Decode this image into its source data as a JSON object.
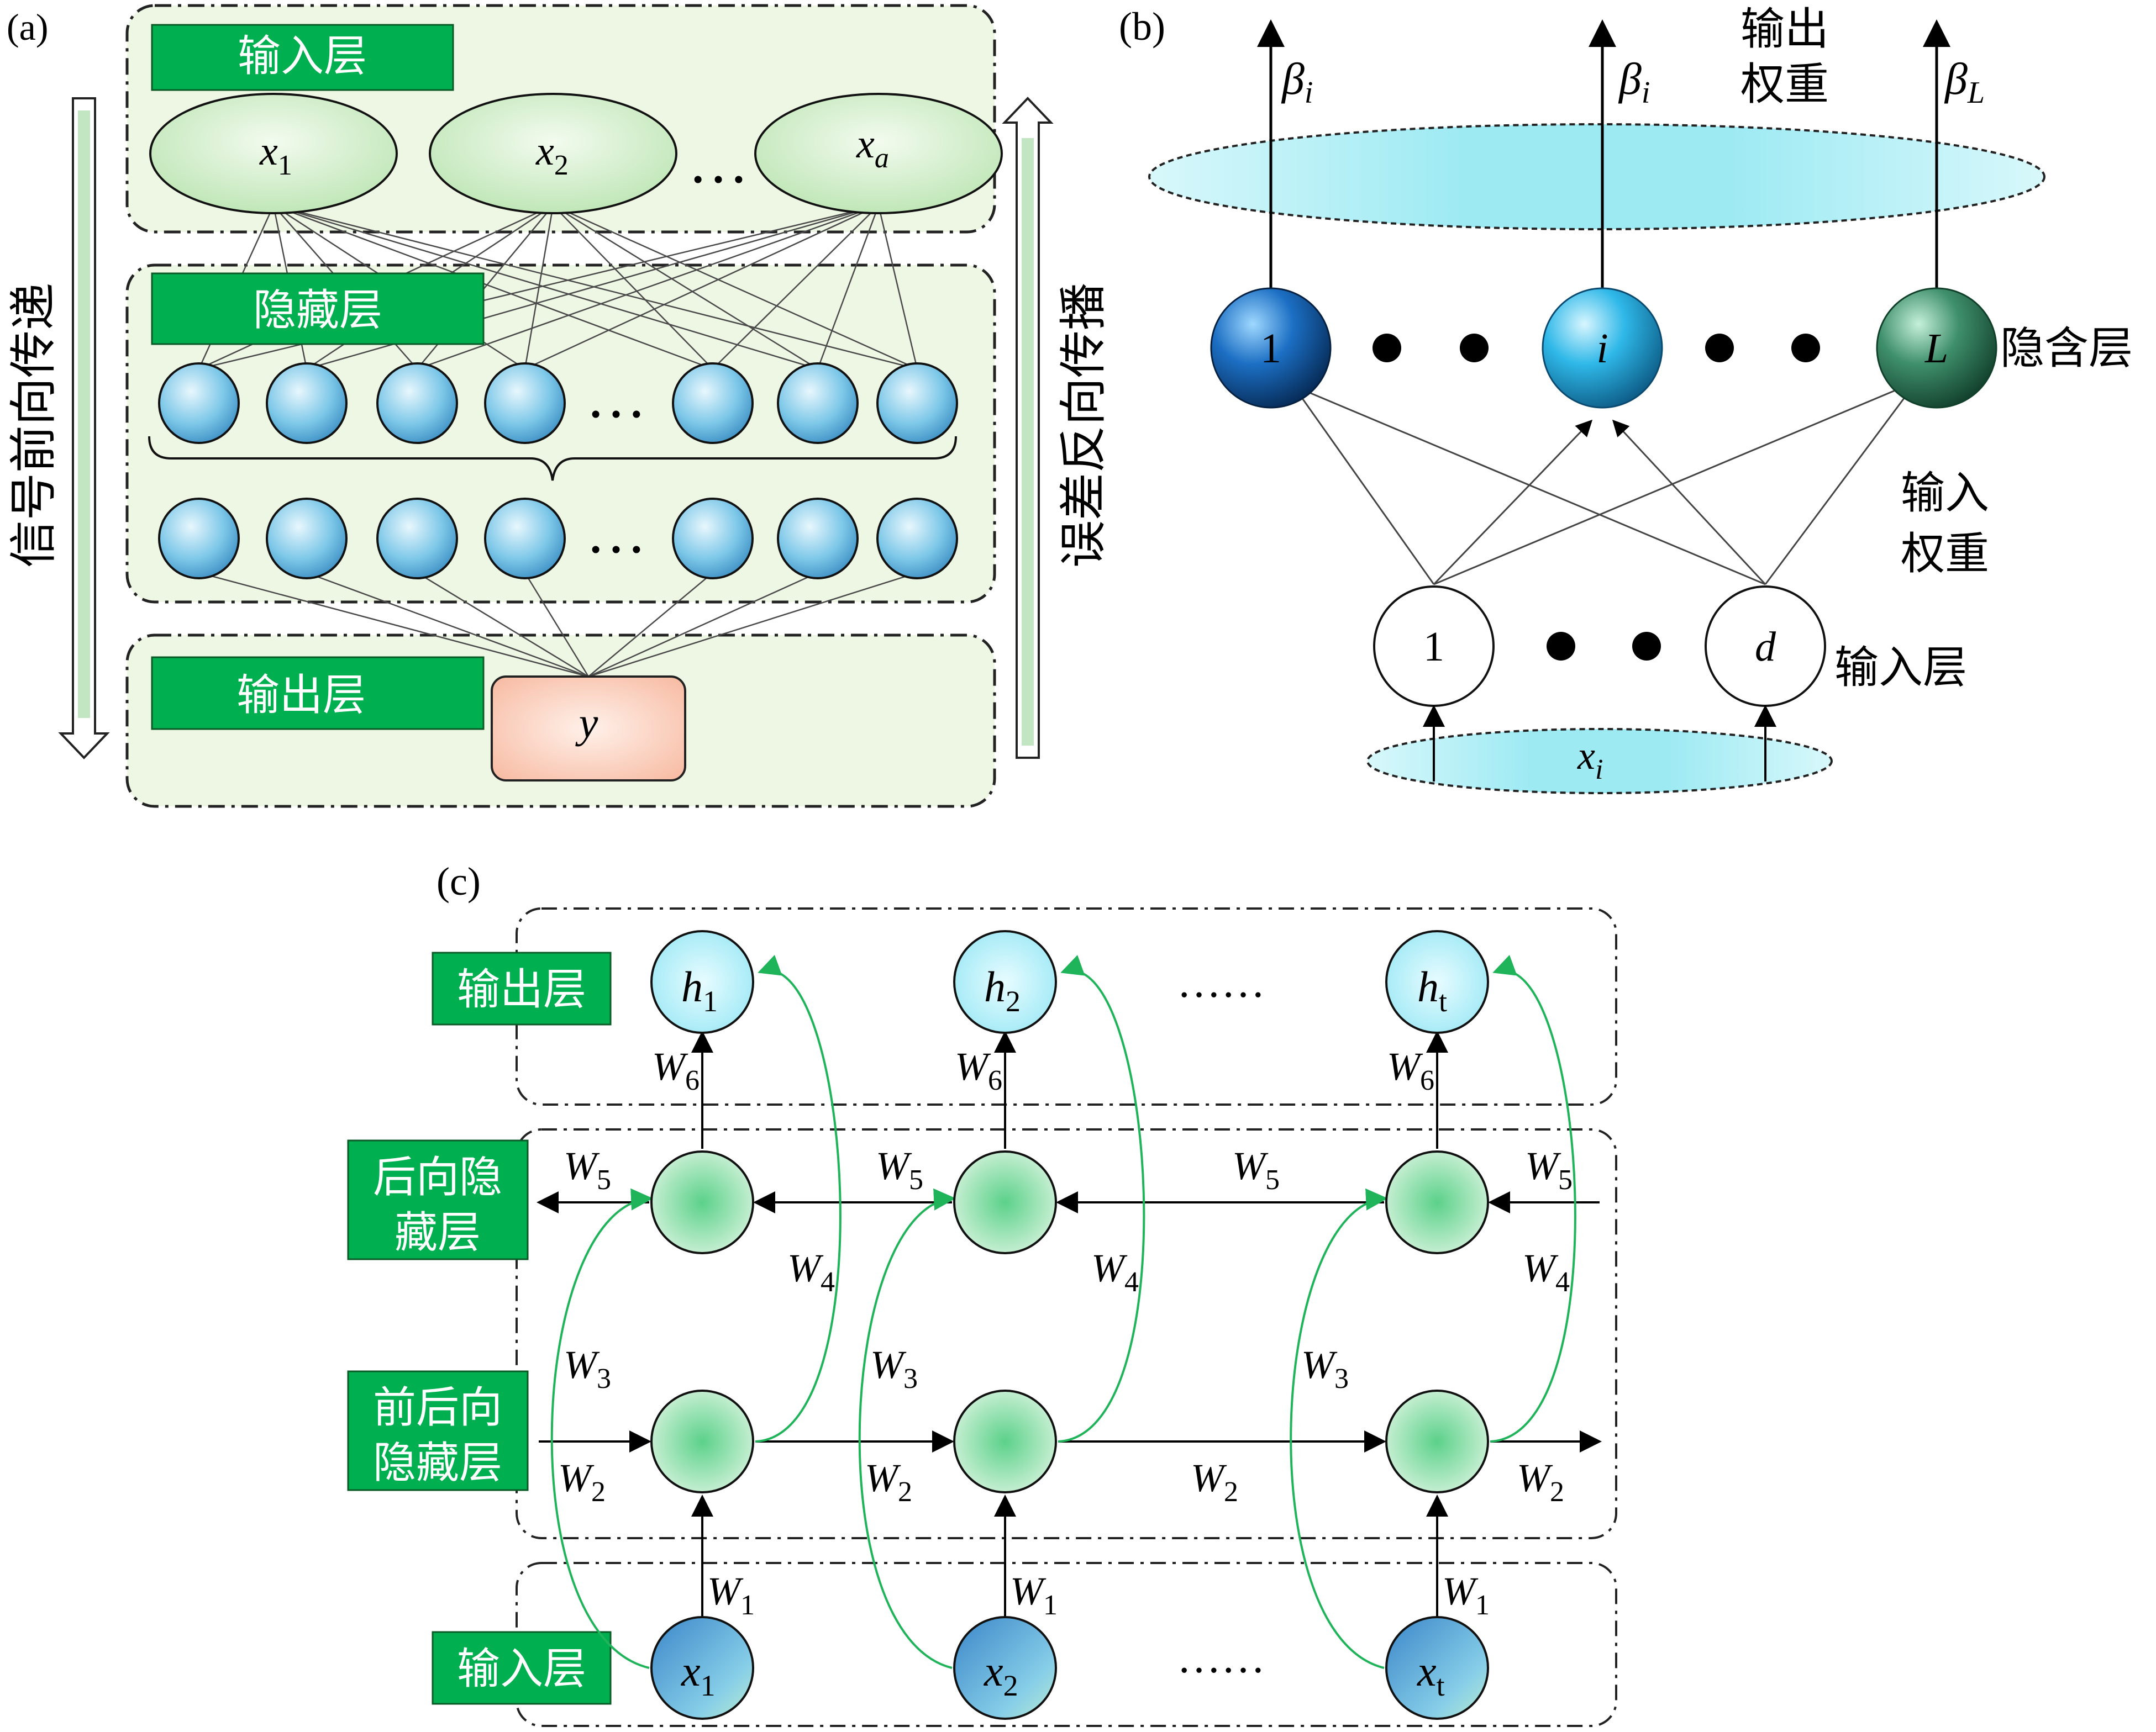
{
  "colors": {
    "layer_green": "#00b050",
    "panel_fill": "#eef6e4",
    "ellipse_fill": "#c8ebc1",
    "neuron_blue": "#7cc7e8",
    "output_pink": "#f7b9a0",
    "cyan_ellipse": "#9eeaf3",
    "rnn_node_green": "#a6e3b4",
    "rnn_out_cyan": "#b8f0f8",
    "rnn_in_blue": "#5aa7d6",
    "curve_green": "#1fb35a"
  },
  "panel_a": {
    "tag": "(a)",
    "input_layer_label": "输入层",
    "hidden_layer_label": "隐藏层",
    "output_layer_label": "输出层",
    "forward_label": "信号前向传递",
    "backward_label": "误差反向传播",
    "input_nodes": [
      {
        "base": "x",
        "sub": "1"
      },
      {
        "base": "x",
        "sub": "2"
      },
      {
        "base": "x",
        "sub": "a"
      }
    ],
    "ellipsis": "…",
    "output_node": "y"
  },
  "panel_b": {
    "tag": "(b)",
    "output_weight_label": [
      "输出",
      "权重"
    ],
    "hidden_layer_label": "隐含层",
    "input_weight_label": [
      "输入",
      "权重"
    ],
    "input_layer_label": "输入层",
    "betas": [
      {
        "base": "β",
        "sub": "i"
      },
      {
        "base": "β",
        "sub": "i"
      },
      {
        "base": "β",
        "sub": "L"
      }
    ],
    "hidden_nodes": [
      "1",
      "i",
      "L"
    ],
    "input_nodes": [
      "1",
      "d"
    ],
    "input_vector": {
      "base": "x",
      "sub": "i"
    }
  },
  "panel_c": {
    "tag": "(c)",
    "output_layer_label": "输出层",
    "backward_hidden_label": [
      "后向隐",
      "藏层"
    ],
    "bidirectional_hidden_label": [
      "前后向",
      "隐藏层"
    ],
    "input_layer_label": "输入层",
    "ellipsis": "……",
    "outputs": [
      {
        "base": "h",
        "sub": "1"
      },
      {
        "base": "h",
        "sub": "2"
      },
      {
        "base": "h",
        "sub": "t"
      }
    ],
    "inputs": [
      {
        "base": "x",
        "sub": "1"
      },
      {
        "base": "x",
        "sub": "2"
      },
      {
        "base": "x",
        "sub": "t"
      }
    ],
    "weights": {
      "w1": {
        "base": "W",
        "sub": "1"
      },
      "w2": {
        "base": "W",
        "sub": "2"
      },
      "w3": {
        "base": "W",
        "sub": "3"
      },
      "w4": {
        "base": "W",
        "sub": "4"
      },
      "w5": {
        "base": "W",
        "sub": "5"
      },
      "w6": {
        "base": "W",
        "sub": "6"
      }
    }
  }
}
